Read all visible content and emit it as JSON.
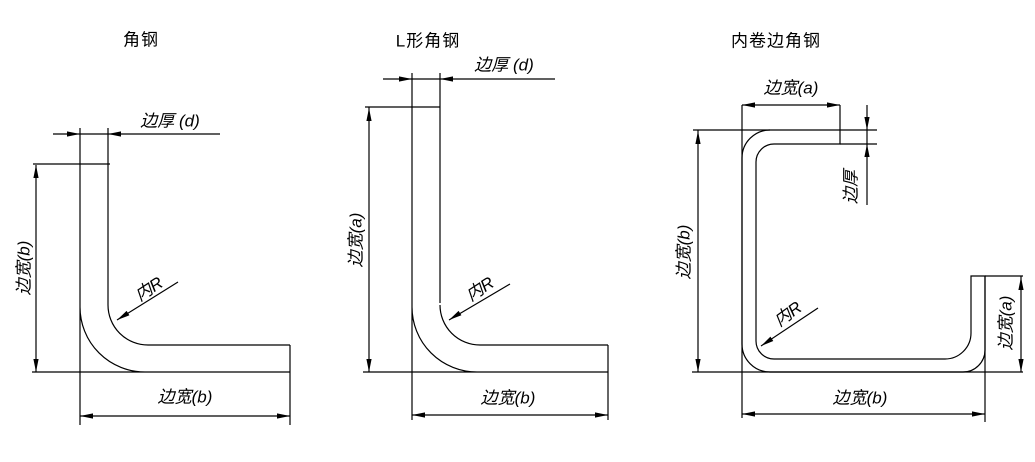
{
  "drawing": {
    "background_color": "#ffffff",
    "line_color": "#000000",
    "diagrams": [
      {
        "id": "angle-steel",
        "title": "角钢",
        "labels": {
          "edge_thickness": "边厚 (d)",
          "left_width": "边宽(b)",
          "inner_radius": "内R",
          "bottom_width": "边宽(b)"
        }
      },
      {
        "id": "l-shaped-angle-steel",
        "title": "L形角钢",
        "labels": {
          "edge_thickness": "边厚 (d)",
          "left_width": "边宽(a)",
          "inner_radius": "内R",
          "bottom_width": "边宽(b)"
        }
      },
      {
        "id": "inward-rolled-edge-angle-steel",
        "title": "内卷边角钢",
        "labels": {
          "top_width": "边宽(a)",
          "edge_thickness": "边厚",
          "left_width": "边宽(b)",
          "inner_radius": "内R",
          "right_width": "边宽(a)",
          "bottom_width": "边宽(b)"
        }
      }
    ]
  }
}
